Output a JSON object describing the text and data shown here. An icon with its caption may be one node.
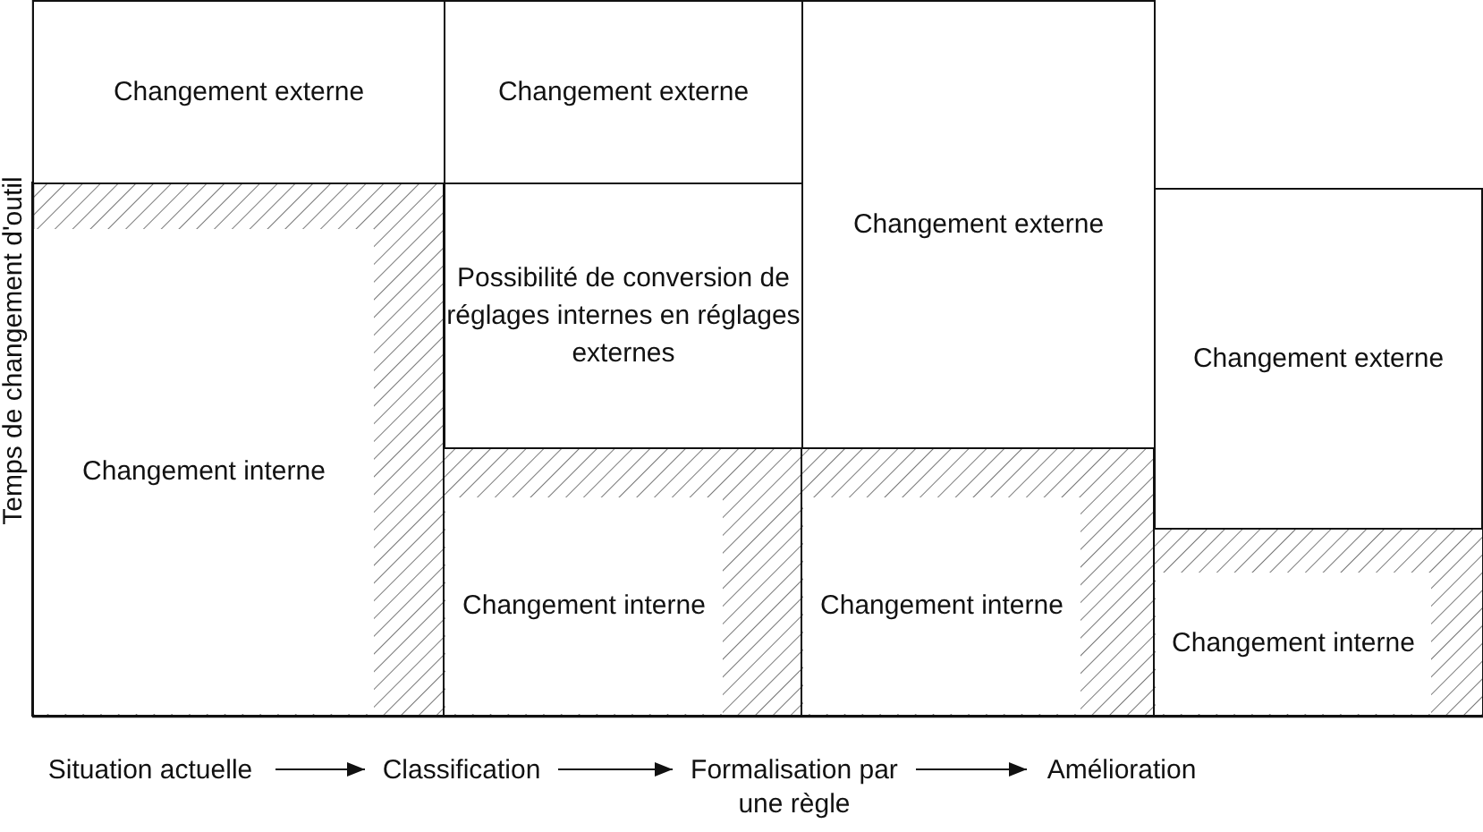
{
  "diagram": {
    "nodes": [
      {
        "text": [
          "Changement externe"
        ]
      },
      {
        "text": [
          "Changement externe"
        ]
      },
      {
        "text": [
          "Changement externe"
        ]
      },
      {
        "text": [
          "Changement interne"
        ]
      },
      {
        "text": [
          "Possibilité de conversion de réglages internes en réglages externes"
        ]
      },
      {
        "text": [
          "Changement externe"
        ]
      },
      {
        "text": [
          "Changement interne"
        ]
      },
      {
        "text": [
          "Changement interne"
        ]
      },
      {
        "text": [
          "Changement interne"
        ]
      },
      {
        "text": [
          "Situation actuelle"
        ]
      },
      {
        "text": [
          "Classification"
        ]
      },
      {
        "text": [
          "Formalisation par une règle"
        ]
      },
      {
        "text": [
          "Amélioration"
        ]
      }
    ],
    "edges": [
      {
        "from": 9,
        "to": 10,
        "arrow": "to"
      },
      {
        "from": 10,
        "to": 11,
        "arrow": "to"
      },
      {
        "from": 11,
        "to": 12,
        "arrow": "to"
      }
    ],
    "labels": [
      "Temps de changement d'outil"
    ]
  }
}
